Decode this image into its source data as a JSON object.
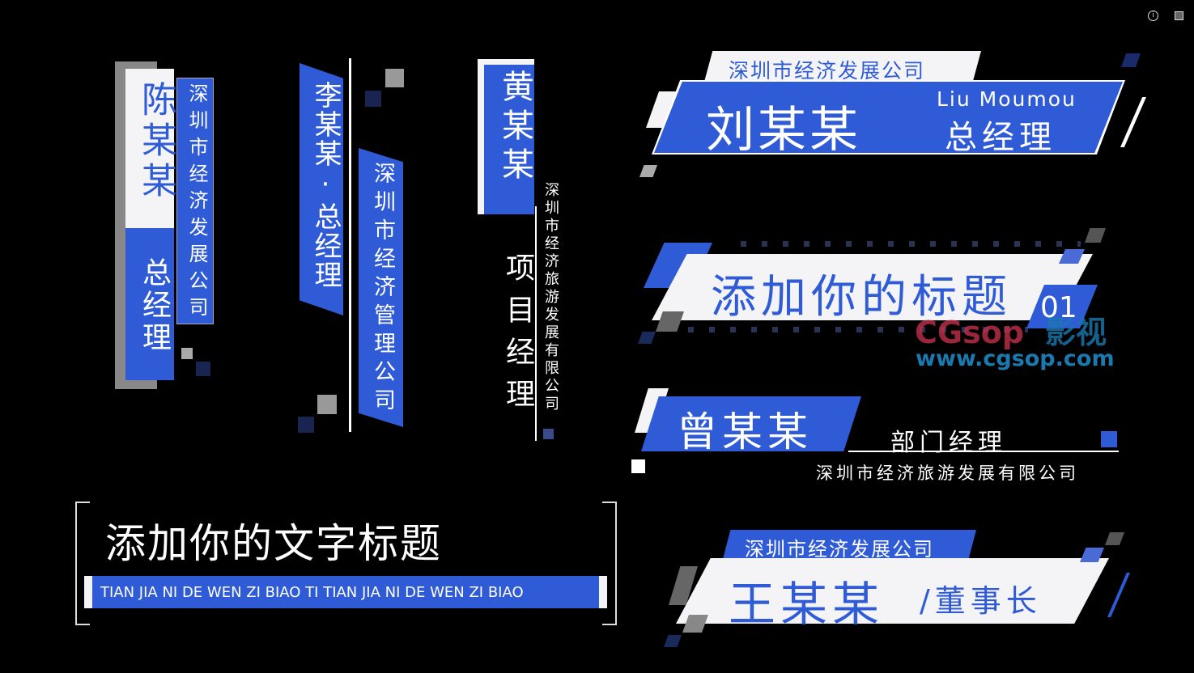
{
  "viewer": {
    "icons": [
      "info-icon",
      "popout-icon"
    ]
  },
  "colors": {
    "accent": "#2f5bd6",
    "white": "#f4f4f6",
    "background": "#000000"
  },
  "card_chen": {
    "name": "陈某某",
    "title": "总经理",
    "company": "深圳市经济发展公司"
  },
  "card_li": {
    "name": "李某某·总经理",
    "company": "深圳市经济管理公司"
  },
  "card_huang": {
    "name": "黄某某",
    "title": "项目经理",
    "company": "深圳市经济旅游发展有限公司"
  },
  "text_title": {
    "title": "添加你的文字标题",
    "subtitle": "TIAN JIA NI DE WEN ZI BIAO TI TIAN JIA NI DE WEN ZI BIAO"
  },
  "card_liu": {
    "company": "深圳市经济发展公司",
    "name": "刘某某",
    "pinyin": "Liu Moumou",
    "title": "总经理"
  },
  "title_banner": {
    "title": "添加你的标题",
    "number": "01"
  },
  "watermark": {
    "brand": "CGsop",
    "brand_cn": "影视",
    "url": "www.cgsop.com"
  },
  "card_zeng": {
    "name": "曾某某",
    "title": "部门经理",
    "company": "深圳市经济旅游发展有限公司"
  },
  "card_wang": {
    "company": "深圳市经济发展公司",
    "name": "王某某",
    "title": "/董事长"
  }
}
